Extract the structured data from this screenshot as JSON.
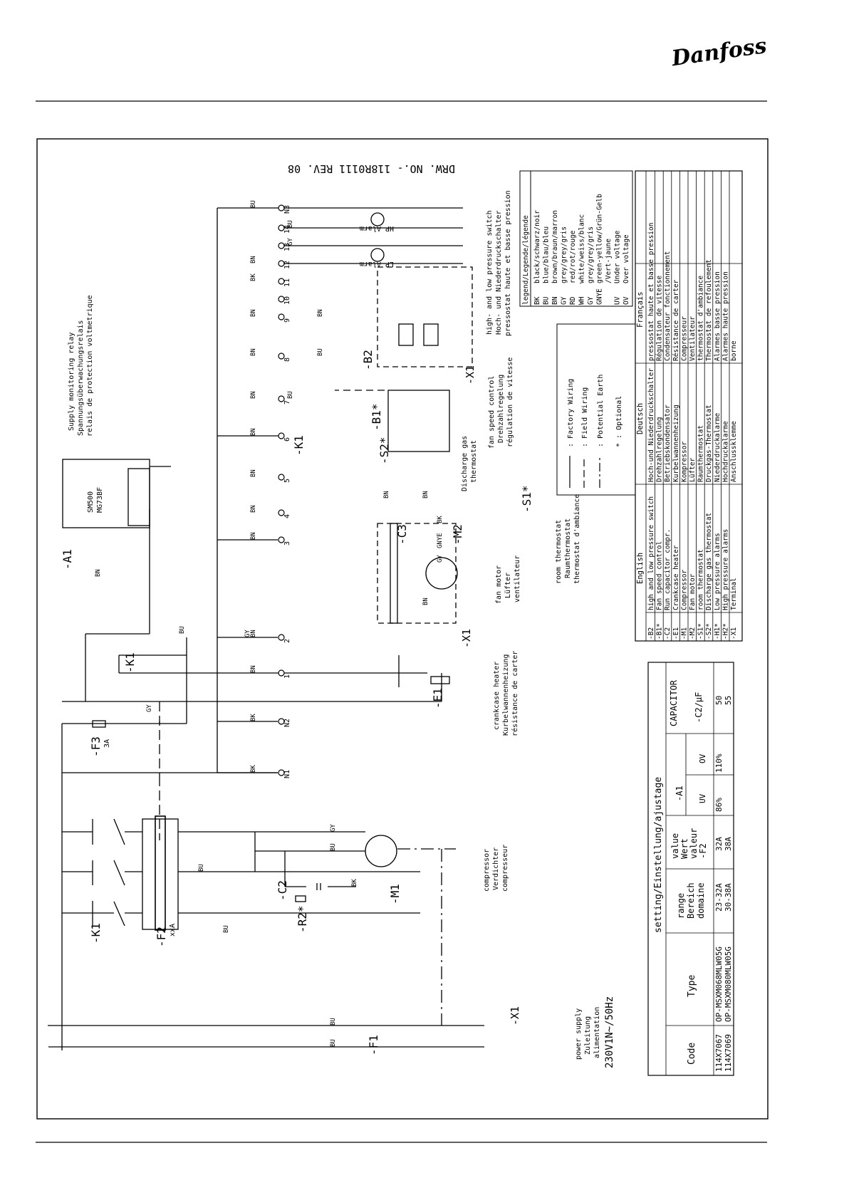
{
  "brand": {
    "logo_text": "Danfoss"
  },
  "drawing": {
    "number": "DRW. NO.- 118R0111 REV. 08",
    "voltage": "230V1N~/50Hz"
  },
  "components": {
    "f1": "-F1",
    "x1_power": "-X1",
    "k1_main": "-K1",
    "f2": "-F2",
    "f2_rating": "xxA",
    "c2": "-C2",
    "r2": "-R2*",
    "m1": "-M1",
    "f3": "-F3",
    "f3_rating": "3A",
    "k1_aux": "-K1",
    "e1": "-E1",
    "a1": "-A1",
    "x1_fan": "-X1",
    "c3": "-C3",
    "m2": "-M2",
    "s1": "-S1*",
    "s2": "-S2*",
    "k1_coil": "-K1",
    "b1": "-B1*",
    "x1_b2": "-X1",
    "b2": "-B2"
  },
  "captions": {
    "power_supply": [
      "power supply",
      "Zuleitung",
      "alimentation"
    ],
    "compressor": [
      "compressor",
      "Verdichter",
      "compresseur"
    ],
    "crankcase": [
      "crankcase heater",
      "Kurbelwannenheizung",
      "résistance de carter"
    ],
    "fan_motor": [
      "fan motor",
      "Lüfter",
      "ventilateur"
    ],
    "room_thermostat": [
      "room thermostat",
      "Raumthermostat",
      "thermostat d'ambiance"
    ],
    "discharge_gas": [
      "Discharge gas",
      "thermostat"
    ],
    "fan_speed": [
      "fan speed control",
      "Drehzahlregelung",
      "régulation de vitesse"
    ],
    "hilo": [
      "high- and low pressure switch",
      "Hoch- und Niederdruckschalter",
      "pressostat haute et basse pression"
    ],
    "smr": [
      "Supply monitoring relay",
      "Spannungsüberwachungsrelais",
      "relais de protection voltmetrique"
    ],
    "sm500": [
      "SM500",
      "MG73BF"
    ],
    "hp_alarm": "HP Alarm",
    "lp_alarm": "LP Alarm"
  },
  "terminal_numbers": [
    "N1",
    "N2",
    "1",
    "2",
    "3",
    "4",
    "5",
    "6",
    "7",
    "8",
    "9",
    "10",
    "11",
    "12",
    "13",
    "14",
    "N3"
  ],
  "wire_labels": [
    "BK",
    "BK",
    "BN",
    "BN",
    "BN",
    "BN",
    "BN",
    "BN",
    "BN",
    "BN",
    "BN",
    "BK",
    "BN",
    "GY",
    "BU",
    "BU",
    "BU",
    "BU",
    "BU",
    "GY",
    "BU",
    "BK",
    "GY",
    "BU",
    "GY",
    "BN",
    "BU",
    "BN",
    "BK",
    "GNYE",
    "GY",
    "BN",
    "BN",
    "BU",
    "BU",
    "BN"
  ],
  "legend_lines": [
    "Factory Wiring",
    "Field Wiring",
    "Potential Earth",
    "Optional"
  ],
  "color_legend": {
    "title": "legend/Legende/légende",
    "rows": [
      [
        "BK",
        "black/schwarz/noir"
      ],
      [
        "BU",
        "blue/blau/bleu"
      ],
      [
        "BN",
        "brown/braun/marron"
      ],
      [
        "GY",
        "grey/grey/gris"
      ],
      [
        "RD",
        "red/rot/rouge"
      ],
      [
        "WH",
        "white/weiss/blanc"
      ],
      [
        "GY",
        "grey/grey/gris"
      ],
      [
        "GNYE",
        "green-yellow/Grün-Gelb"
      ],
      [
        "",
        "/Vert-jaune"
      ],
      [
        "UV",
        "Under voltage"
      ],
      [
        "OV",
        "Over voltage"
      ]
    ]
  },
  "component_table": {
    "headers": [
      "",
      "English",
      "Deutsch",
      "Français"
    ],
    "rows": [
      [
        "-B2",
        "high and low pressure switch",
        "Hoch-und Niederdruckschalter",
        "pressostat haute et basse pression"
      ],
      [
        "-B1*",
        "Fan speed control",
        "Drehzahlregelung",
        "Régulation de vitesse"
      ],
      [
        "-C2",
        "Run capacitor compr.",
        "Betriebskondensator",
        "Condensateur fonctionnement"
      ],
      [
        "-E1",
        "Crankcase heater",
        "Kurbelwannenheizung",
        "Résistance de carter"
      ],
      [
        "-M1",
        "Compressor",
        "Kompressor",
        "Compresseur"
      ],
      [
        "-M2",
        "Fan motor",
        "Lüfter",
        "Ventilateur"
      ],
      [
        "-S1*",
        "room thermostat",
        "Raumthermostat",
        "thermostat d'ambiance"
      ],
      [
        "-S2*",
        "Discharge gas thermostat",
        "Druckgas-Thermostat",
        "Thermostat de refoulement"
      ],
      [
        "-H1*",
        "Low pressure alarms",
        "Niederdruckalarme",
        "Alarmes basse pression"
      ],
      [
        "-H2*",
        "High pressure alarms",
        "Hochdruckalarme",
        "Alarmes haute pression"
      ],
      [
        "-X1",
        "Terminal",
        "Anschlussklemme",
        "borne"
      ]
    ]
  },
  "settings_table": {
    "title": "setting/Einstellung/ajustage",
    "capacitor_header": "CAPACITOR",
    "col_code": "Code",
    "col_type": "Type",
    "col_range": [
      "range",
      "Bereich",
      "domaine"
    ],
    "col_value": [
      "value",
      "Wert",
      "valeur",
      "-F2"
    ],
    "col_a1": "-A1",
    "col_uv": "UV",
    "col_ov": "OV",
    "col_cap": "-C2/µF",
    "rows": [
      [
        "114X7067",
        "OP-MSXM068MLW05G",
        "23-32A",
        "32A",
        "86%",
        "110%",
        "50"
      ],
      [
        "114X7069",
        "OP-MSXM080MLW05G",
        "30-38A",
        "38A",
        "",
        "",
        "55"
      ]
    ]
  }
}
